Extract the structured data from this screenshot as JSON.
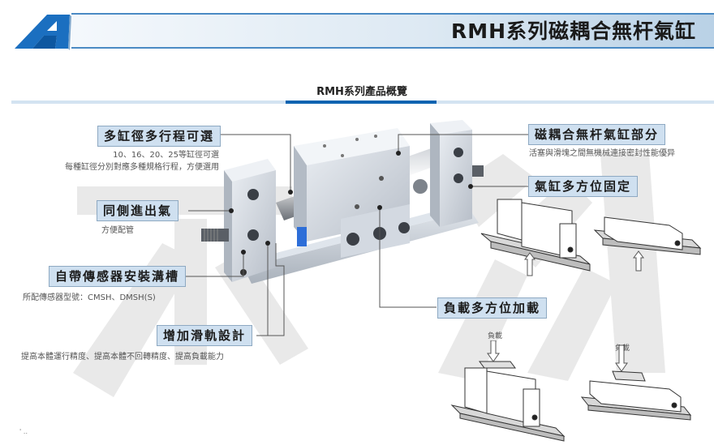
{
  "header": {
    "title": "RMH系列磁耦合無杆氣缸",
    "logo_icon": "brand-a-logo-icon",
    "accent_color": "#0d63b1",
    "band_border_color": "#4a8ac4"
  },
  "section": {
    "title": "RMH系列產品概覽"
  },
  "watermark": {
    "text": "宗紘",
    "color": "#e6e6e6"
  },
  "callouts": [
    {
      "id": "bore-stroke",
      "label": "多缸徑多行程可選",
      "lines": [
        "10、16、20、25等缸徑可選",
        "每種缸徑分別對應多種規格行程，方便選用"
      ]
    },
    {
      "id": "same-side-air",
      "label": "同側進出氣",
      "lines": [
        "方便配管"
      ]
    },
    {
      "id": "sensor-groove",
      "label": "自帶傳感器安裝溝槽",
      "lines": [
        "所配傳感器型號：CMSH、DMSH(S)"
      ]
    },
    {
      "id": "slide-rail",
      "label": "增加滑軌設計",
      "lines": [
        "提高本體運行精度、提高本體不回轉精度、提高負載能力"
      ]
    },
    {
      "id": "magnetic-coupling",
      "label": "磁耦合無杆氣缸部分",
      "lines": [
        "活塞與滑塊之間無機械連接密封性能優异"
      ]
    },
    {
      "id": "multi-mount",
      "label": "氣缸多方位固定",
      "lines": []
    },
    {
      "id": "multi-load",
      "label": "負載多方位加載",
      "lines": []
    }
  ],
  "diagrams": {
    "load_label": "負載"
  },
  "footer": {
    "speck": "' ‥"
  }
}
